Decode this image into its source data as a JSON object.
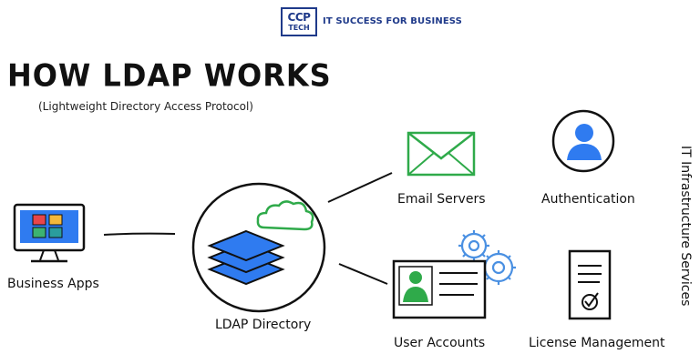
{
  "brand": {
    "logo_line1": "CCP",
    "logo_line2": "TECH",
    "tagline": "IT SUCCESS FOR BUSINESS",
    "color": "#1f3a8a"
  },
  "title": "HOW LDAP WORKS",
  "subtitle": "(Lightweight Directory Access Protocol)",
  "nodes": {
    "business_apps": {
      "label": "Business Apps",
      "icon": "monitor-icon"
    },
    "ldap_directory": {
      "label": "LDAP Directory",
      "icon": "stacked-layers-icon"
    },
    "email_servers": {
      "label": "Email Servers",
      "icon": "envelope-icon"
    },
    "authentication": {
      "label": "Authentication",
      "icon": "user-circle-icon"
    },
    "user_accounts": {
      "label": "User Accounts",
      "icon": "id-card-icon"
    },
    "license_management": {
      "label": "License Management",
      "icon": "document-check-icon"
    }
  },
  "side_label": "IT Infrastructure Services",
  "colors": {
    "blue": "#2f7bf0",
    "green": "#2faa4a",
    "light_blue": "#4a90e2",
    "tile_red": "#e8454a",
    "tile_yellow": "#f4b83a",
    "tile_green": "#3cb371",
    "tile_teal": "#2a9d9d"
  }
}
